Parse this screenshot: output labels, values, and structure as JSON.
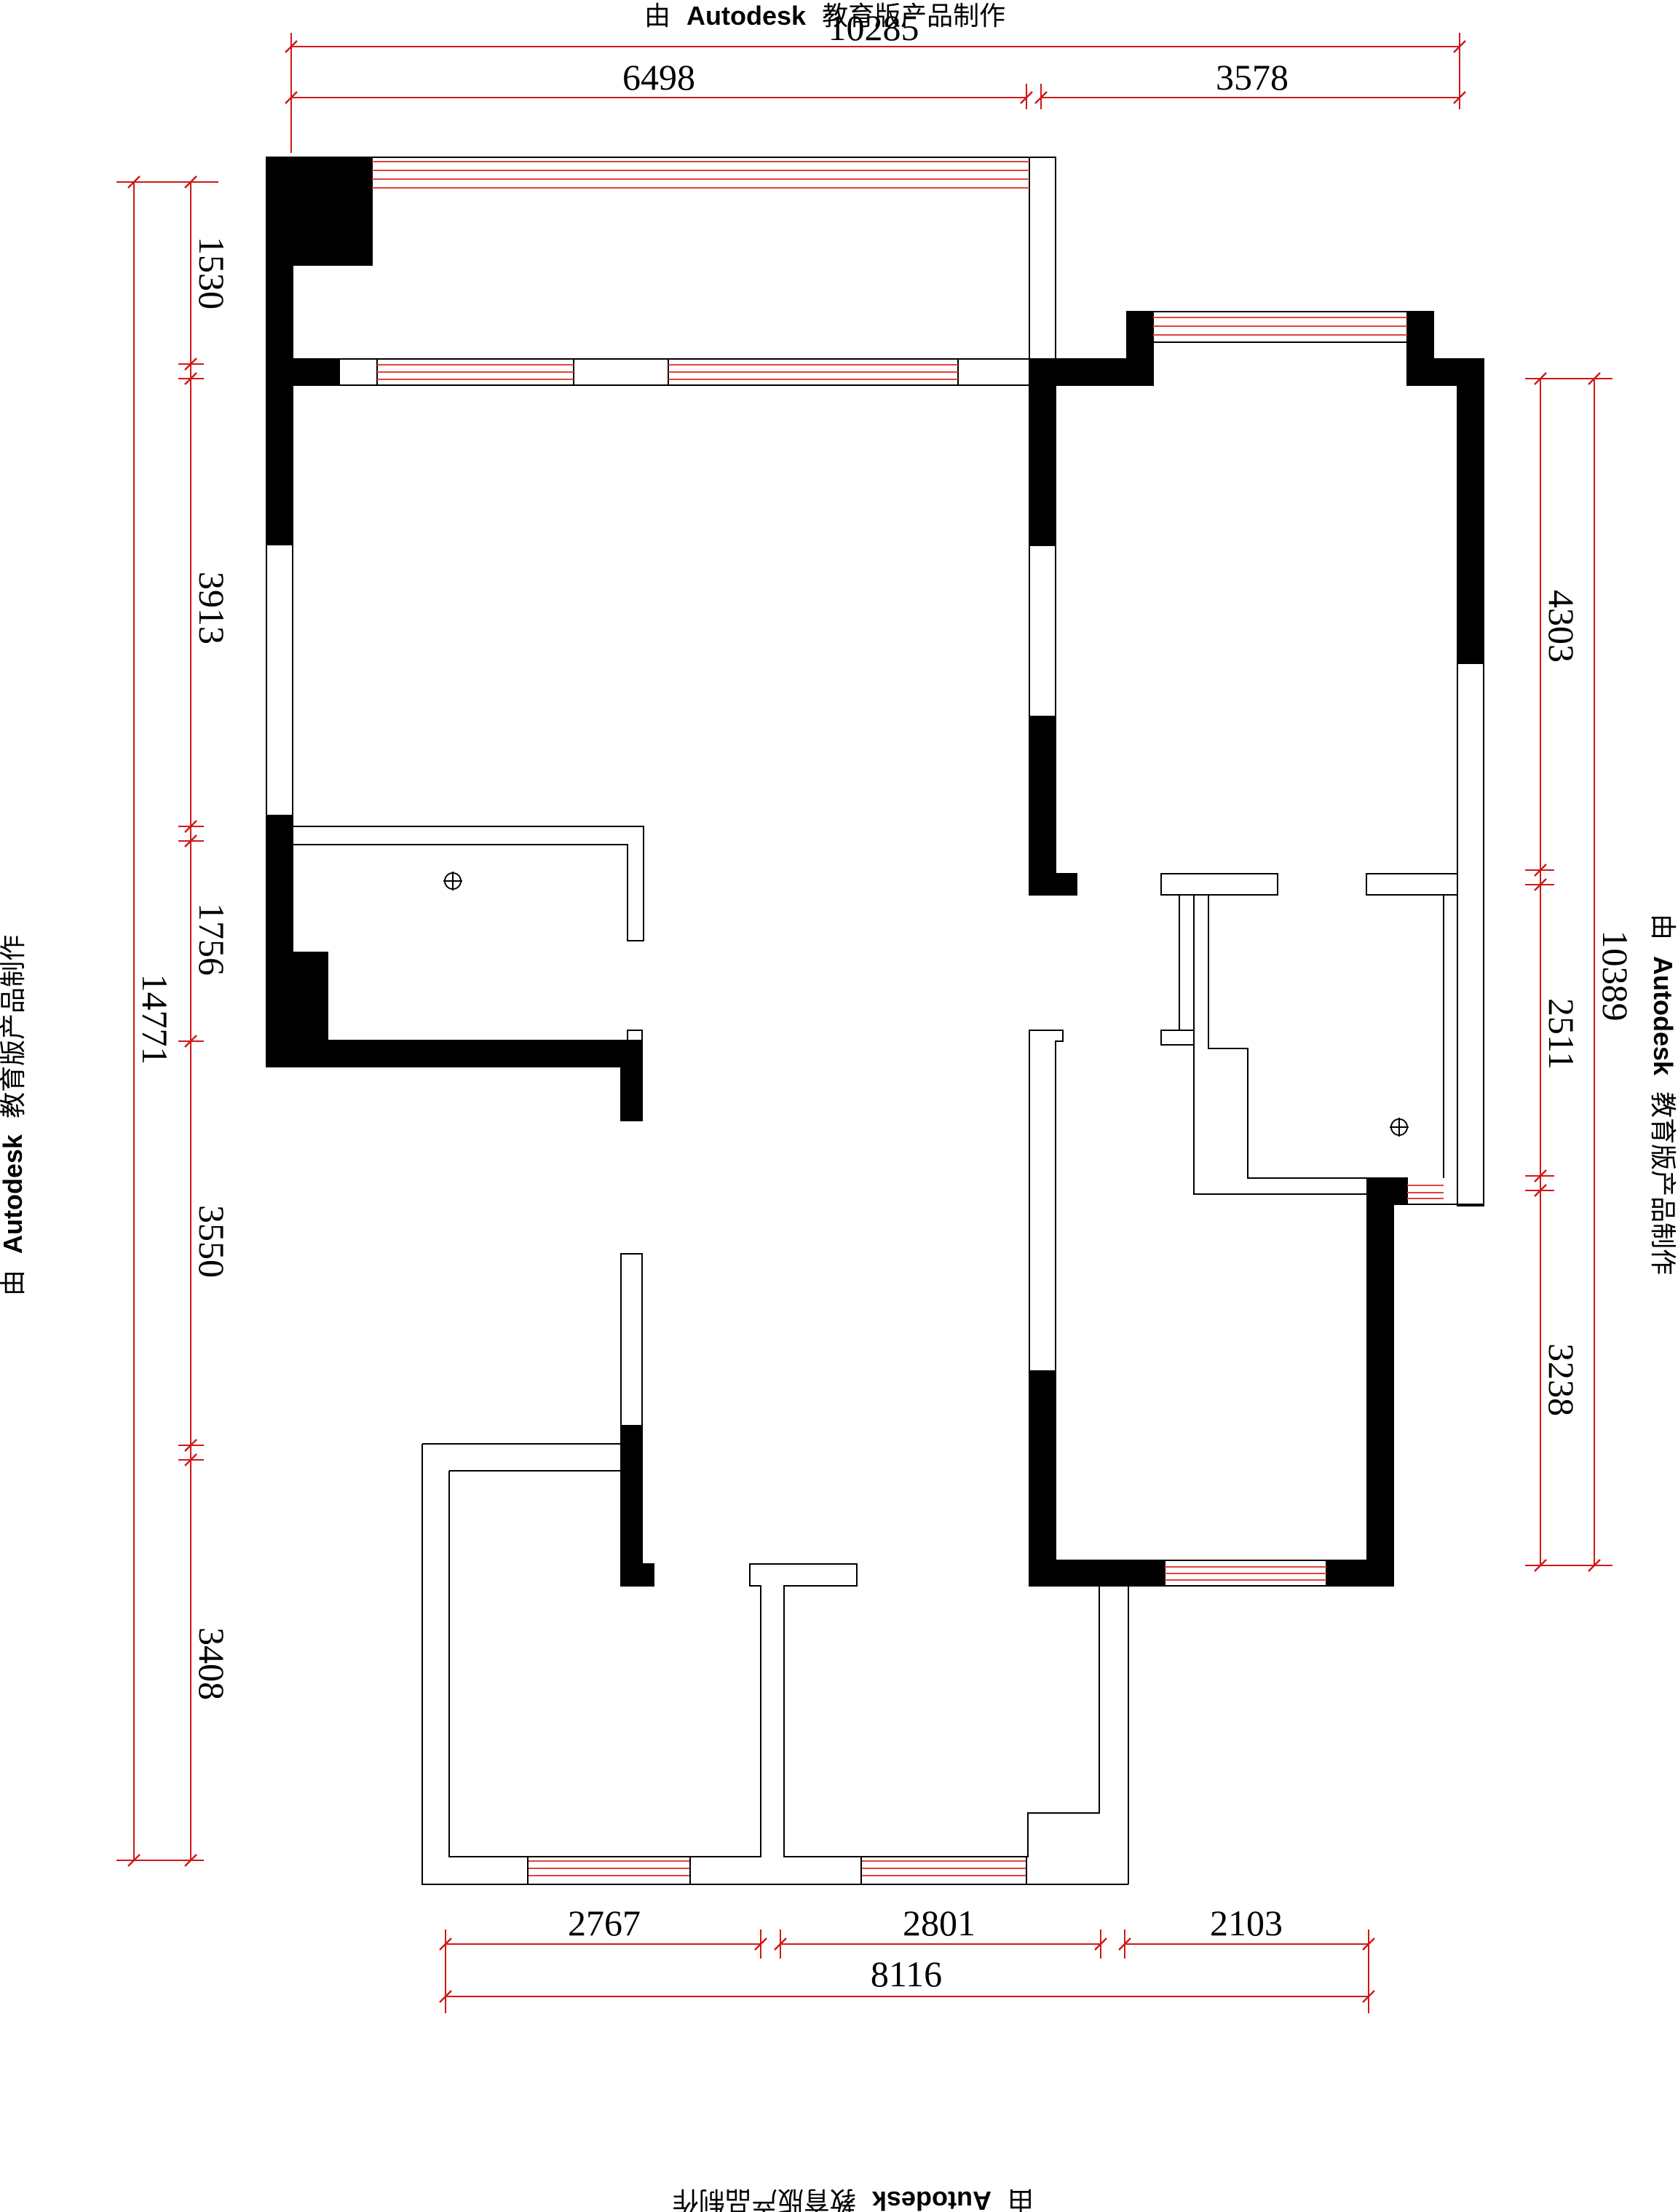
{
  "watermark": {
    "prefix": "由",
    "brand": "Autodesk",
    "suffix": "教育版产品制作"
  },
  "dimensions": {
    "top_total": "10285",
    "top_left": "6498",
    "top_right": "3578",
    "left_total": "14771",
    "left_1": "1530",
    "left_2": "3913",
    "left_3": "1756",
    "left_4": "3550",
    "left_5": "3408",
    "right_total": "10389",
    "right_1": "4303",
    "right_2": "2511",
    "right_3": "3238",
    "bottom_total": "8116",
    "bottom_1": "2767",
    "bottom_2": "2801",
    "bottom_3": "2103"
  },
  "colors": {
    "wall": "#000000",
    "dimension_line": "#d01818",
    "window_line": "#e0443a",
    "background": "#ffffff"
  }
}
